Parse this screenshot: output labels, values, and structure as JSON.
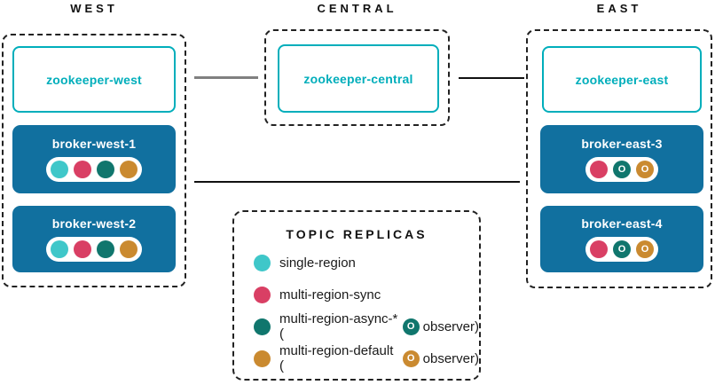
{
  "colors": {
    "accent_teal": "#00aebb",
    "broker_blue": "#11709f",
    "line_gray": "#808080",
    "line_black": "#111111",
    "text_dark": "#1a1a1a"
  },
  "replica_colors": {
    "single-region": "#3fc7c9",
    "multi-region-sync": "#d93f64",
    "multi-region-async": "#10766d",
    "multi-region-default": "#ca8a30"
  },
  "observer_glyph": "O",
  "regions": {
    "west": {
      "title": "WEST",
      "zookeeper": "zookeeper-west",
      "brokers": [
        {
          "label": "broker-west-1",
          "replicas": [
            {
              "type": "single-region"
            },
            {
              "type": "multi-region-sync"
            },
            {
              "type": "multi-region-async"
            },
            {
              "type": "multi-region-default"
            }
          ]
        },
        {
          "label": "broker-west-2",
          "replicas": [
            {
              "type": "single-region"
            },
            {
              "type": "multi-region-sync"
            },
            {
              "type": "multi-region-async"
            },
            {
              "type": "multi-region-default"
            }
          ]
        }
      ]
    },
    "central": {
      "title": "CENTRAL",
      "zookeeper": "zookeeper-central"
    },
    "east": {
      "title": "EAST",
      "zookeeper": "zookeeper-east",
      "brokers": [
        {
          "label": "broker-east-3",
          "replicas": [
            {
              "type": "multi-region-sync"
            },
            {
              "type": "multi-region-async",
              "observer": true
            },
            {
              "type": "multi-region-default",
              "observer": true
            }
          ]
        },
        {
          "label": "broker-east-4",
          "replicas": [
            {
              "type": "multi-region-sync"
            },
            {
              "type": "multi-region-async",
              "observer": true
            },
            {
              "type": "multi-region-default",
              "observer": true
            }
          ]
        }
      ]
    }
  },
  "legend": {
    "title": "TOPIC REPLICAS",
    "items": [
      {
        "type": "single-region",
        "text": "single-region",
        "observer": false
      },
      {
        "type": "multi-region-sync",
        "text": "multi-region-sync",
        "observer": false
      },
      {
        "type": "multi-region-async",
        "text": "multi-region-async-* (",
        "observer": true,
        "text_after": "observer)"
      },
      {
        "type": "multi-region-default",
        "text": "multi-region-default (",
        "observer": true,
        "text_after": "observer)"
      }
    ]
  }
}
